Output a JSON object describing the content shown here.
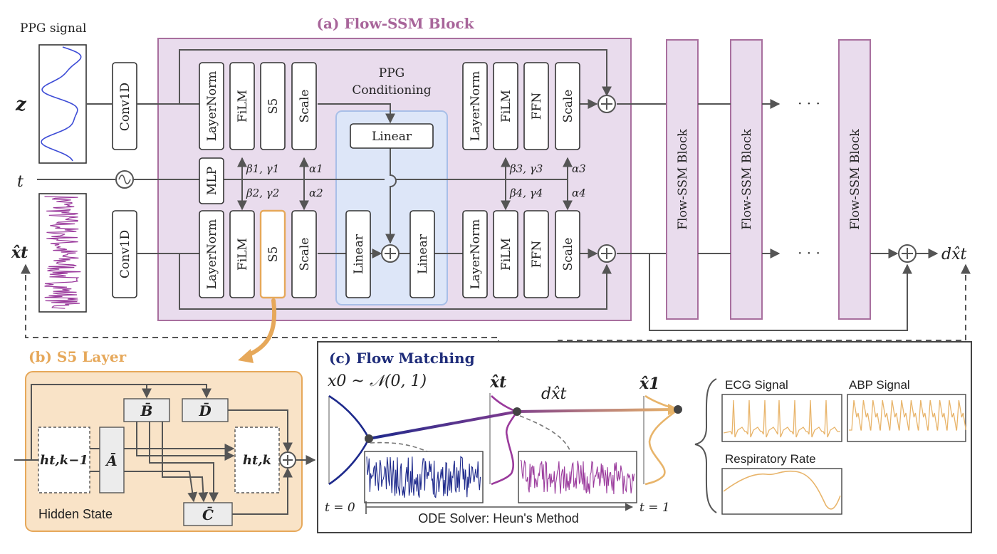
{
  "colors": {
    "flow_block_fill": "#e9dced",
    "flow_block_stroke": "#a86f9e",
    "flow_title": "#a8659a",
    "s5_fill": "#f9e3c7",
    "s5_stroke": "#e6a85a",
    "s5_title": "#e6a85a",
    "cond_fill": "#dde6f8",
    "cond_stroke": "#a8bfe8",
    "flow_match_title": "#1f2d7a",
    "ppg_wave": "#3d4cd6",
    "noise_purple": "#9a3a9c",
    "noise_navy": "#1e2a8c",
    "output_orange": "#e8b46a"
  },
  "labels": {
    "ppg_signal": "PPG signal",
    "z": "z",
    "t": "t",
    "xhat_t": "x̂t",
    "conv1d_top": "Conv1D",
    "conv1d_bottom": "Conv1D",
    "mlp": "MLP",
    "flow_title": "(a) Flow-SSM Block",
    "layernorm": "LayerNorm",
    "film": "FiLM",
    "s5": "S5",
    "scale": "Scale",
    "ffn": "FFN",
    "linear": "Linear",
    "ppg_conditioning_1": "PPG",
    "ppg_conditioning_2": "Conditioning",
    "beta1_gamma1": "β1, γ1",
    "beta2_gamma2": "β2, γ2",
    "beta3_gamma3": "β3, γ3",
    "beta4_gamma4": "β4, γ4",
    "alpha1": "α1",
    "alpha2": "α2",
    "alpha3": "α3",
    "alpha4": "α4",
    "flow_ssm_block": "Flow-SSM Block",
    "dots": "· · ·",
    "d_xhat_t": "dx̂t",
    "s5_title": "(b) S5 Layer",
    "b_bar": "B̄",
    "d_bar": "D̄",
    "a_bar": "Ā",
    "c_bar": "C̄",
    "h_prev": "ht,k−1",
    "h_cur": "ht,k",
    "hidden_state": "Hidden State",
    "fm_title": "(c) Flow Matching",
    "x0_dist": "x0 ~ 𝒩(0, 1)",
    "xhat_t_fm": "x̂t",
    "d_xhat_t_fm": "dx̂t",
    "xhat_1": "x̂1",
    "t0": "t = 0",
    "t1": "t = 1",
    "ode_solver": "ODE Solver: Heun's Method",
    "ecg_signal": "ECG Signal",
    "abp_signal": "ABP Signal",
    "resp_rate": "Respiratory Rate"
  }
}
